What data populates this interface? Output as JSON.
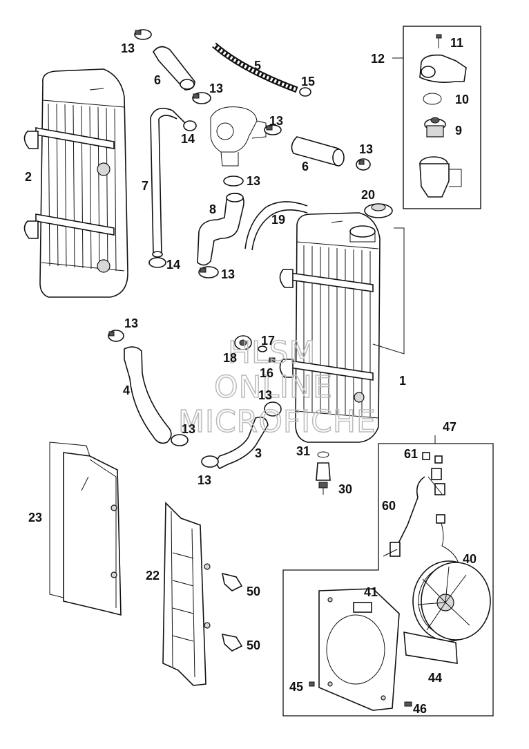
{
  "watermark": {
    "line1": "HLSM",
    "line2": "ONLINE",
    "line3": "MICROFICHE"
  },
  "callouts": {
    "c1": "1",
    "c2": "2",
    "c3": "3",
    "c4": "4",
    "c5": "5",
    "c6a": "6",
    "c6b": "6",
    "c7": "7",
    "c8": "8",
    "c9": "9",
    "c10": "10",
    "c11": "11",
    "c12": "12",
    "c13a": "13",
    "c13b": "13",
    "c13c": "13",
    "c13d": "13",
    "c13e": "13",
    "c13f": "13",
    "c13g": "13",
    "c13h": "13",
    "c13i": "13",
    "c13j": "13",
    "c14a": "14",
    "c14b": "14",
    "c15": "15",
    "c16": "16",
    "c17": "17",
    "c18": "18",
    "c19": "19",
    "c20": "20",
    "c22": "22",
    "c23": "23",
    "c30": "30",
    "c31": "31",
    "c40": "40",
    "c41": "41",
    "c44": "44",
    "c45": "45",
    "c46": "46",
    "c47": "47",
    "c50a": "50",
    "c50b": "50",
    "c60": "60",
    "c61": "61"
  }
}
